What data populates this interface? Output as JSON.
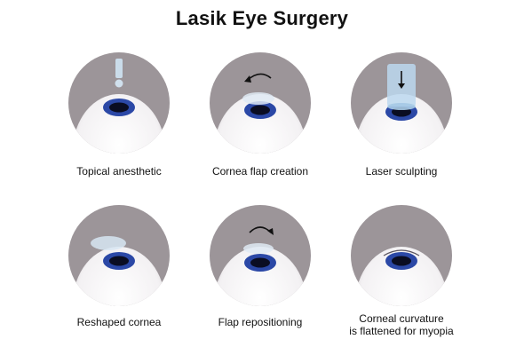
{
  "title": "Lasik Eye Surgery",
  "colors": {
    "frame": "#9c9599",
    "eyeball_white": "#ffffff",
    "iris": "#2b48a6",
    "pupil": "#0a0d22",
    "instrument": "#bcd8ee"
  },
  "steps": [
    {
      "label": "Topical anesthetic",
      "icon": "dropper-icon"
    },
    {
      "label": "Cornea flap creation",
      "icon": "flap-lift-icon"
    },
    {
      "label": "Laser sculpting",
      "icon": "laser-icon"
    },
    {
      "label": "Reshaped cornea",
      "icon": "lifted-flap-icon"
    },
    {
      "label": "Flap repositioning",
      "icon": "flap-return-icon"
    },
    {
      "label": "Corneal curvature\nis flattened for myopia",
      "icon": "flattened-cornea-icon"
    }
  ]
}
